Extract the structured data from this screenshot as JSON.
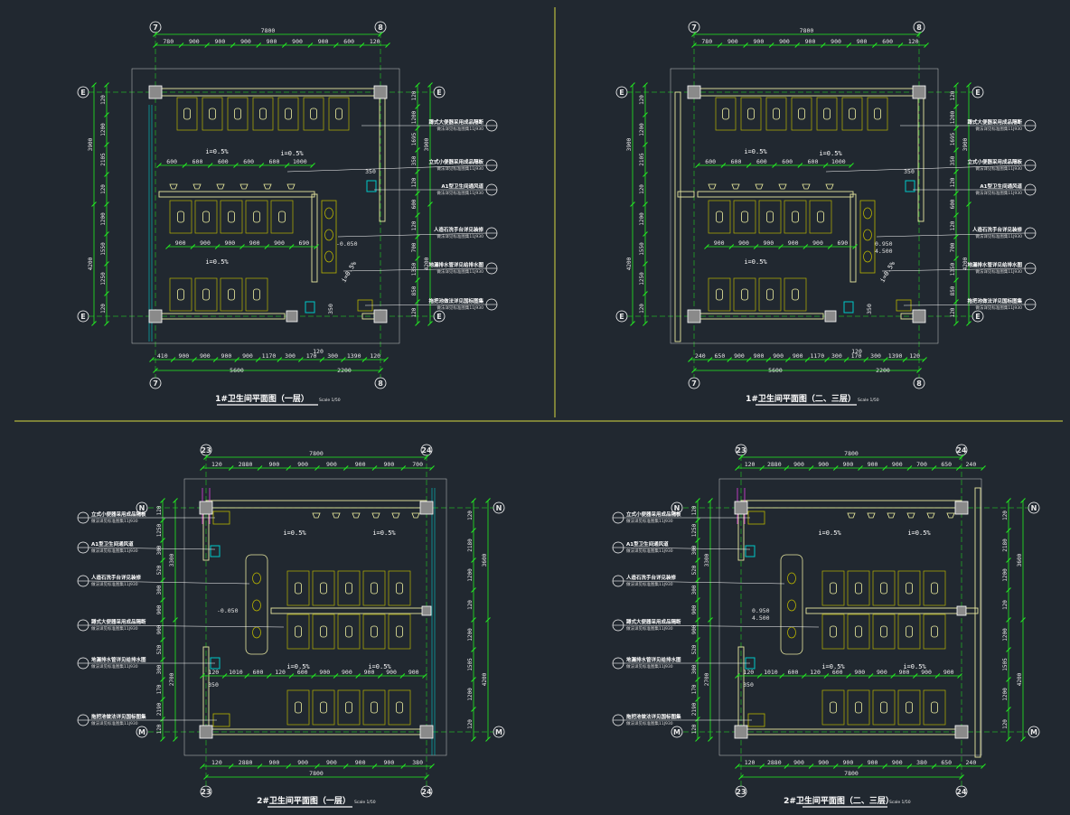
{
  "colors": {
    "background": "#212830",
    "dimension_line": "#22ee22",
    "wall": "#e8e8a0",
    "fixture": "#b8b400",
    "pipe": "#00c8c8",
    "section_divider": "#d8d840",
    "column_fill": "#8a8a8a",
    "text": "#ffffff"
  },
  "drawings": [
    {
      "id": "p1",
      "title": "1#卫生间平面图（一层）",
      "scale_text": "Scale 1/50",
      "axis_top": [
        "7",
        "8"
      ],
      "axis_side": [
        "E",
        "E"
      ],
      "top_total": "7800",
      "top_dims": [
        "780",
        "900",
        "900",
        "900",
        "900",
        "900",
        "900",
        "600",
        "120"
      ],
      "bottom_dims": [
        "410",
        "900",
        "900",
        "900",
        "900",
        "1170",
        "300",
        "170",
        "300",
        "1390",
        "120"
      ],
      "bottom_mid_small": "120",
      "bottom_totals": [
        "5600",
        "2200"
      ],
      "left_total": [
        "3900",
        "4200"
      ],
      "left_dims": [
        "120",
        "1200",
        "2105",
        "120",
        "1200",
        "1550",
        "1250",
        "120"
      ],
      "right_dims": [
        "120",
        "1200",
        "1695",
        "350",
        "120",
        "600",
        "120",
        "700",
        "1350",
        "850",
        "120"
      ],
      "right_total": [
        "3900",
        "4200"
      ],
      "slopes": [
        "i=0.5%",
        "i=0.5%",
        "i=0.5%",
        "i=0.5%"
      ],
      "mid_dims": [
        "600",
        "600",
        "600",
        "600",
        "600",
        "1000"
      ],
      "stall_dims": [
        "900",
        "900",
        "900",
        "900",
        "900",
        "690"
      ],
      "small_dims": [
        "350",
        "350"
      ],
      "elevation": "-0.050",
      "callouts": [
        {
          "title": "蹲式大便器采用成品隔断",
          "note": "做法详见标准图集11J930"
        },
        {
          "title": "立式小便器采用成品隔板",
          "note": "做法详见标准图集11J930"
        },
        {
          "title": "A1型卫生间通风道",
          "note": "做法详见标准图集11J930"
        },
        {
          "title": "人造石洗手台详见装修",
          "note": "做法详见标准图集11J930"
        },
        {
          "title": "地漏排水管详见给排水图",
          "note": "做法详见标准图集11J930"
        },
        {
          "title": "拖把池做法详见国标图集",
          "note": "做法详见标准图集11J930"
        }
      ]
    },
    {
      "id": "p2",
      "title": "1#卫生间平面图（二、三层）",
      "scale_text": "Scale 1/50",
      "axis_top": [
        "7",
        "8"
      ],
      "axis_side": [
        "E",
        "E"
      ],
      "top_total": "7800",
      "top_dims": [
        "780",
        "900",
        "900",
        "900",
        "900",
        "900",
        "900",
        "600",
        "120"
      ],
      "bottom_dims": [
        "240",
        "650",
        "900",
        "900",
        "900",
        "900",
        "1170",
        "300",
        "170",
        "300",
        "1390",
        "120"
      ],
      "bottom_mid_small": "120",
      "bottom_totals": [
        "5600",
        "2200"
      ],
      "left_total": [
        "3900",
        "4200"
      ],
      "left_dims": [
        "120",
        "1200",
        "2105",
        "120",
        "1200",
        "1550",
        "1250",
        "120"
      ],
      "right_dims": [
        "120",
        "1200",
        "1695",
        "350",
        "120",
        "600",
        "120",
        "700",
        "1350",
        "850",
        "120"
      ],
      "right_total": [
        "3900",
        "4200"
      ],
      "slopes": [
        "i=0.5%",
        "i=0.5%",
        "i=0.5%",
        "i=0.5%"
      ],
      "mid_dims": [
        "600",
        "600",
        "600",
        "600",
        "600",
        "1000"
      ],
      "stall_dims": [
        "900",
        "900",
        "900",
        "900",
        "900",
        "690"
      ],
      "small_dims": [
        "350",
        "350"
      ],
      "elevation": "0.950",
      "elevation2": "4.500",
      "callouts": [
        {
          "title": "蹲式大便器采用成品隔断",
          "note": "做法详见标准图集11J930"
        },
        {
          "title": "立式小便器采用成品隔板",
          "note": "做法详见标准图集11J930"
        },
        {
          "title": "A1型卫生间通风道",
          "note": "做法详见标准图集11J930"
        },
        {
          "title": "人造石洗手台详见装修",
          "note": "做法详见标准图集11J930"
        },
        {
          "title": "地漏排水管详见给排水图",
          "note": "做法详见标准图集11J930"
        },
        {
          "title": "拖把池做法详见国标图集",
          "note": "做法详见标准图集11J930"
        }
      ]
    },
    {
      "id": "p3",
      "title": "2#卫生间平面图（一层）",
      "scale_text": "Scale 1/50",
      "axis_top": [
        "23",
        "24"
      ],
      "axis_side": [
        "N",
        "M"
      ],
      "top_total": "7800",
      "top_dims": [
        "120",
        "2880",
        "900",
        "900",
        "900",
        "900",
        "900",
        "700"
      ],
      "bottom_dims": [
        "120",
        "2880",
        "900",
        "900",
        "900",
        "900",
        "900",
        "380"
      ],
      "bottom_totals": [
        "7800"
      ],
      "left_total": [
        "3300",
        "2700"
      ],
      "left_dims": [
        "120",
        "1250",
        "300",
        "520",
        "300",
        "900",
        "900",
        "520",
        "300",
        "170",
        "2190",
        "120"
      ],
      "right_dims": [
        "120",
        "2180",
        "1200",
        "120",
        "1200",
        "1505",
        "1200",
        "120"
      ],
      "right_total": [
        "3600",
        "4200"
      ],
      "slopes": [
        "i=0.5%",
        "i=0.5%",
        "i=0.5%",
        "i=0.5%"
      ],
      "mid_dims": [
        "120",
        "1010",
        "600",
        "120",
        "600",
        "900",
        "900",
        "900",
        "900",
        "900"
      ],
      "small_dims": [
        "350"
      ],
      "elevation": "-0.050",
      "callouts": [
        {
          "title": "立式小便器采用成品隔板",
          "note": "做法详见标准图集11J930"
        },
        {
          "title": "A1型卫生间通风道",
          "note": "做法详见标准图集11J930"
        },
        {
          "title": "人造石洗手台详见装修",
          "note": "做法详见标准图集11J930"
        },
        {
          "title": "蹲式大便器采用成品隔断",
          "note": "做法详见标准图集11J930"
        },
        {
          "title": "地漏排水管详见给排水图",
          "note": "做法详见标准图集11J930"
        },
        {
          "title": "拖把池做法详见国标图集",
          "note": "做法详见标准图集11J930"
        }
      ]
    },
    {
      "id": "p4",
      "title": "2#卫生间平面图（二、三层）",
      "scale_text": "Scale 1/50",
      "axis_top": [
        "23",
        "24"
      ],
      "axis_side": [
        "N",
        "M"
      ],
      "top_total": "7800",
      "top_dims": [
        "120",
        "2880",
        "900",
        "900",
        "900",
        "900",
        "900",
        "700",
        "650",
        "240"
      ],
      "bottom_dims": [
        "120",
        "2880",
        "900",
        "900",
        "900",
        "900",
        "900",
        "380",
        "650",
        "240"
      ],
      "bottom_totals": [
        "7800"
      ],
      "left_total": [
        "3300",
        "2700"
      ],
      "left_dims": [
        "120",
        "1250",
        "300",
        "520",
        "300",
        "900",
        "900",
        "520",
        "300",
        "170",
        "2190",
        "120"
      ],
      "right_dims": [
        "120",
        "2180",
        "1200",
        "120",
        "1200",
        "1505",
        "1200",
        "120"
      ],
      "right_total": [
        "3600",
        "4200"
      ],
      "slopes": [
        "i=0.5%",
        "i=0.5%",
        "i=0.5%",
        "i=0.5%"
      ],
      "mid_dims": [
        "120",
        "1010",
        "600",
        "120",
        "600",
        "900",
        "900",
        "900",
        "900",
        "900"
      ],
      "small_dims": [
        "350"
      ],
      "elevation": "0.950",
      "elevation2": "4.500",
      "callouts": [
        {
          "title": "立式小便器采用成品隔板",
          "note": "做法详见标准图集11J930"
        },
        {
          "title": "A1型卫生间通风道",
          "note": "做法详见标准图集11J930"
        },
        {
          "title": "人造石洗手台详见装修",
          "note": "做法详见标准图集11J930"
        },
        {
          "title": "蹲式大便器采用成品隔断",
          "note": "做法详见标准图集11J930"
        },
        {
          "title": "地漏排水管详见给排水图",
          "note": "做法详见标准图集11J930"
        },
        {
          "title": "拖把池做法详见国标图集",
          "note": "做法详见标准图集11J930"
        }
      ]
    }
  ]
}
